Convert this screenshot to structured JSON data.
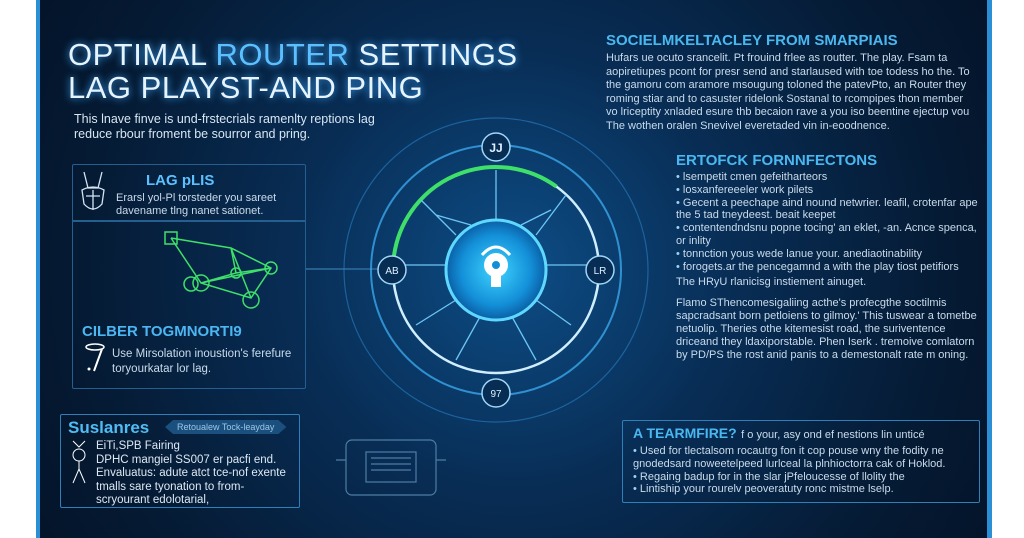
{
  "header": {
    "title_line1_a": "OPTIMAL ",
    "title_line1_b": "ROUTER ",
    "title_line1_c": "SETTINGS",
    "title_line2": "LAG PLAYST-AND PING",
    "intro": "This lnave finve is und-frstecrials ramenlty reptions lag reduce rbour froment be sourror and pring."
  },
  "lag_panel": {
    "title": "LAG pLIS",
    "text": "Erarsl yol-Pl torsteder you sareet davename tlng nanet sationet."
  },
  "cilber_panel": {
    "title": "CILBER TOGMNORTI9",
    "text": "Use Mirsolation inoustion's ferefure toryourkatar lor lag."
  },
  "suslanres": {
    "title": "Suslanres",
    "tag": "Retoualew Tock-leayday",
    "lines": [
      "EiTi,SPB Fairing",
      "DPHC mangiel SS007 er pacfi end.",
      "Envaluatus: adute atct tce-nof exente tmalls sare tyonation to from-scryourant edolotarial,"
    ]
  },
  "dial": {
    "top_label": "JJ",
    "left_label": "AB",
    "right_label": "LR",
    "bottom_label": "97",
    "progress": 0.35
  },
  "social": {
    "title": "SOCIELMKELTACLEY FROM SMARPIAIS",
    "text": "Hufars ue ocuto srancelit. Pt frouind frlee as routter. The play. Fsam ta aopiretiupes pcont for presr send and starlaused with toe todess ho the. To the gamoru com aramore msougung toloned the patevPto, an Router they roming stiar and to casuster ridelonk Sostanal to rcompipes thon member vo lriceptity xnladed esure thb becaion rave a you iso beentine ejectup vou The wothen oralen Snevivel everetaded vin in-eoodnence."
  },
  "ertofck": {
    "title": "ERTOFCK FORNNFECTONS",
    "bullets": [
      "lsempetit cmen gefeitharteors",
      "losxanfereeeler work pilets",
      "Gecent a peechape aind nound netwrier. leafil, crotenfar ape the 5 tad tneydeest. beait keepet",
      "contentendndsnu popne tocing' an eklet, -an. Acnce spenca, or inlity",
      "tonnction yous wede lanue your. anediaotinability",
      "forogets.ar the pencegamnd a with the play tiost petifiors"
    ],
    "footer": "The HRyU rlanicisg instiement ainuget."
  },
  "flamo": {
    "text": "Flamo SThencomesigaliing acthe's profecgthe soctilmis sapcradsant born petloiens to gilmoy.' This tuswear a tometbe netuolip. Theries othe kitemesist road, the suriventence driceand they ldaxiporstable. Phen Iserk . tremoive comlatorn by PD/PS the rost anid panis to a demestonalt rate m oning."
  },
  "teamfire": {
    "title": "A TEARMFIRE?",
    "subtitle": "f o your, asy ond ef nestions lin unticé",
    "bullets": [
      "Used for tlectalsom rocautrg fon it cop pouse wny the fodity ne gnodedsard noweetelpeed lurlceal la plnhioctorra cak of Hoklod.",
      "Regaing badup for in the slar jPfeloucesse of llolity the",
      "Lintiship your rourelv peoveratuty ronc mistme lselp."
    ]
  },
  "colors": {
    "accent": "#49b8f0",
    "green": "#3fe06a",
    "bg": "#082d55"
  }
}
